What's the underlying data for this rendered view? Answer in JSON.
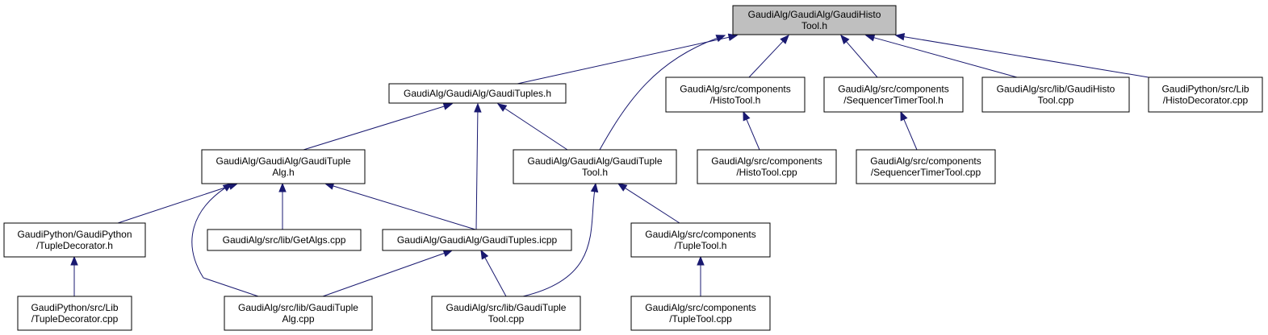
{
  "graph": {
    "nodes": [
      {
        "id": "n0",
        "lines": [
          "GaudiAlg/GaudiAlg/GaudiHisto",
          "Tool.h"
        ],
        "root": true
      },
      {
        "id": "n1",
        "lines": [
          "GaudiAlg/GaudiAlg/GaudiTuples.h"
        ]
      },
      {
        "id": "n2",
        "lines": [
          "GaudiAlg/src/components",
          "/HistoTool.h"
        ]
      },
      {
        "id": "n3",
        "lines": [
          "GaudiAlg/src/components",
          "/SequencerTimerTool.h"
        ]
      },
      {
        "id": "n4",
        "lines": [
          "GaudiAlg/src/lib/GaudiHisto",
          "Tool.cpp"
        ]
      },
      {
        "id": "n5",
        "lines": [
          "GaudiPython/src/Lib",
          "/HistoDecorator.cpp"
        ]
      },
      {
        "id": "n6",
        "lines": [
          "GaudiAlg/GaudiAlg/GaudiTuple",
          "Alg.h"
        ]
      },
      {
        "id": "n7",
        "lines": [
          "GaudiAlg/GaudiAlg/GaudiTuple",
          "Tool.h"
        ]
      },
      {
        "id": "n8",
        "lines": [
          "GaudiAlg/src/components",
          "/HistoTool.cpp"
        ]
      },
      {
        "id": "n9",
        "lines": [
          "GaudiAlg/src/components",
          "/SequencerTimerTool.cpp"
        ]
      },
      {
        "id": "n10",
        "lines": [
          "GaudiPython/GaudiPython",
          "/TupleDecorator.h"
        ]
      },
      {
        "id": "n11",
        "lines": [
          "GaudiAlg/src/lib/GetAlgs.cpp"
        ]
      },
      {
        "id": "n12",
        "lines": [
          "GaudiAlg/GaudiAlg/GaudiTuples.icpp"
        ]
      },
      {
        "id": "n13",
        "lines": [
          "GaudiAlg/src/components",
          "/TupleTool.h"
        ]
      },
      {
        "id": "n14",
        "lines": [
          "GaudiPython/src/Lib",
          "/TupleDecorator.cpp"
        ]
      },
      {
        "id": "n15",
        "lines": [
          "GaudiAlg/src/lib/GaudiTuple",
          "Alg.cpp"
        ]
      },
      {
        "id": "n16",
        "lines": [
          "GaudiAlg/src/lib/GaudiTuple",
          "Tool.cpp"
        ]
      },
      {
        "id": "n17",
        "lines": [
          "GaudiAlg/src/components",
          "/TupleTool.cpp"
        ]
      }
    ],
    "edges": [
      {
        "from": "n1",
        "to": "n0"
      },
      {
        "from": "n2",
        "to": "n0"
      },
      {
        "from": "n3",
        "to": "n0"
      },
      {
        "from": "n4",
        "to": "n0"
      },
      {
        "from": "n5",
        "to": "n0"
      },
      {
        "from": "n7",
        "to": "n0"
      },
      {
        "from": "n6",
        "to": "n1"
      },
      {
        "from": "n7",
        "to": "n1"
      },
      {
        "from": "n12",
        "to": "n1"
      },
      {
        "from": "n8",
        "to": "n2"
      },
      {
        "from": "n9",
        "to": "n3"
      },
      {
        "from": "n10",
        "to": "n6"
      },
      {
        "from": "n11",
        "to": "n6"
      },
      {
        "from": "n12",
        "to": "n6"
      },
      {
        "from": "n15",
        "to": "n6"
      },
      {
        "from": "n16",
        "to": "n7"
      },
      {
        "from": "n13",
        "to": "n7"
      },
      {
        "from": "n14",
        "to": "n10"
      },
      {
        "from": "n15",
        "to": "n12"
      },
      {
        "from": "n16",
        "to": "n12"
      },
      {
        "from": "n17",
        "to": "n13"
      }
    ],
    "colors": {
      "edge": "#191970",
      "root_fill": "#bfbfbf",
      "node_fill": "#ffffff"
    }
  }
}
